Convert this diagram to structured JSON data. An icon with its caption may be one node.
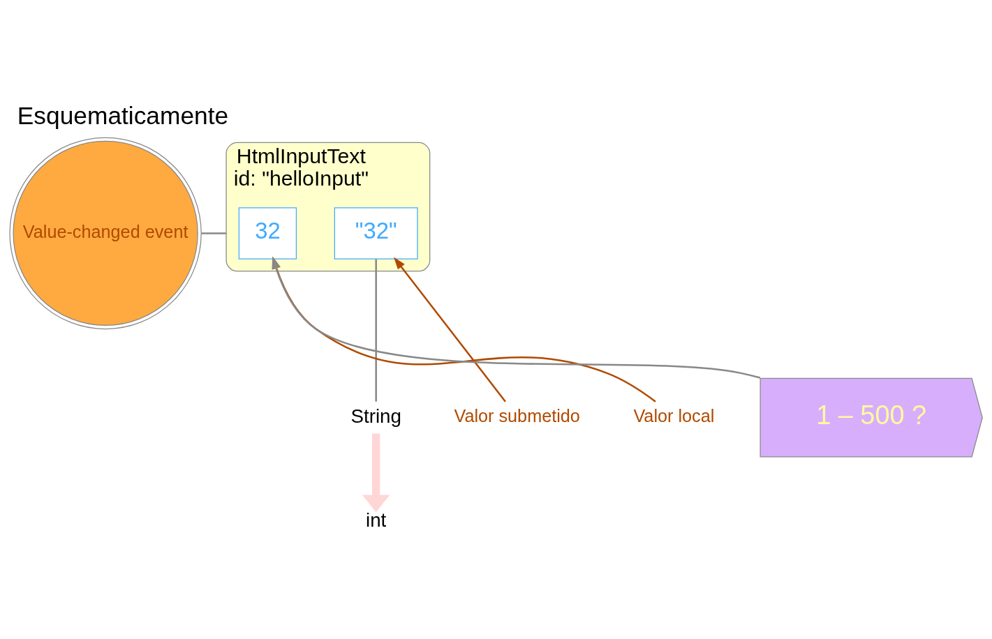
{
  "diagram": {
    "title": "Esquematicamente",
    "nodes": [
      {
        "text": [
          "Value-changed event"
        ]
      },
      {
        "text": [
          "HtmlInputText",
          "id: \"helloInput\""
        ]
      },
      {
        "text": [
          "\"32\""
        ],
        "in": 1
      },
      {
        "text": [
          "32"
        ],
        "in": 1
      },
      {
        "text": [
          "Valor submetido"
        ]
      },
      {
        "text": [
          "Valor local"
        ]
      },
      {
        "text": [
          "String"
        ]
      },
      {
        "text": [
          "int"
        ]
      },
      {
        "text": [
          "1 – 500 ?"
        ]
      }
    ],
    "edges": [
      {
        "from": 1,
        "to": 0,
        "arrow": "none",
        "color": "#888888"
      },
      {
        "from": 4,
        "to": 2,
        "arrow": "to",
        "color": "#b04a00"
      },
      {
        "from": 5,
        "to": 3,
        "arrow": "to",
        "color": "#b04a00"
      },
      {
        "from": 2,
        "to": 6,
        "arrow": "none",
        "color": "#888888"
      },
      {
        "from": 6,
        "to": 7,
        "arrow": "to",
        "style": "thick",
        "color": "#ffd6d6"
      },
      {
        "from": 8,
        "to": 3,
        "arrow": "to",
        "color": "#888888"
      }
    ]
  }
}
